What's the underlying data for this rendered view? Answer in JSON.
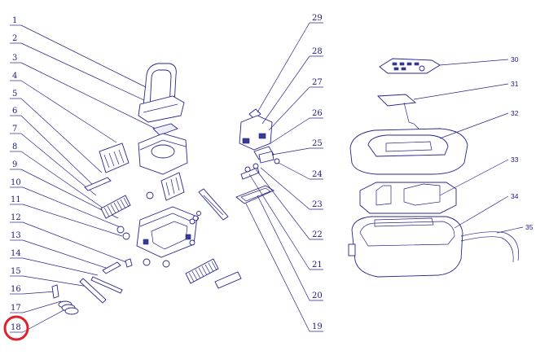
{
  "left_labels": [
    "1",
    "2",
    "3",
    "4",
    "5",
    "6",
    "7",
    "8",
    "9",
    "10",
    "11",
    "12",
    "13",
    "14",
    "15",
    "16",
    "17",
    "18"
  ],
  "right_labels": [
    "29",
    "28",
    "27",
    "26",
    "25",
    "24",
    "23",
    "22",
    "21",
    "20",
    "19"
  ],
  "box_labels": [
    "30",
    "31",
    "32",
    "33",
    "34",
    "35"
  ],
  "highlight": {
    "label": "18",
    "color": "#e0202a"
  },
  "colors": {
    "line": "#26268a",
    "text": "#20207a"
  }
}
